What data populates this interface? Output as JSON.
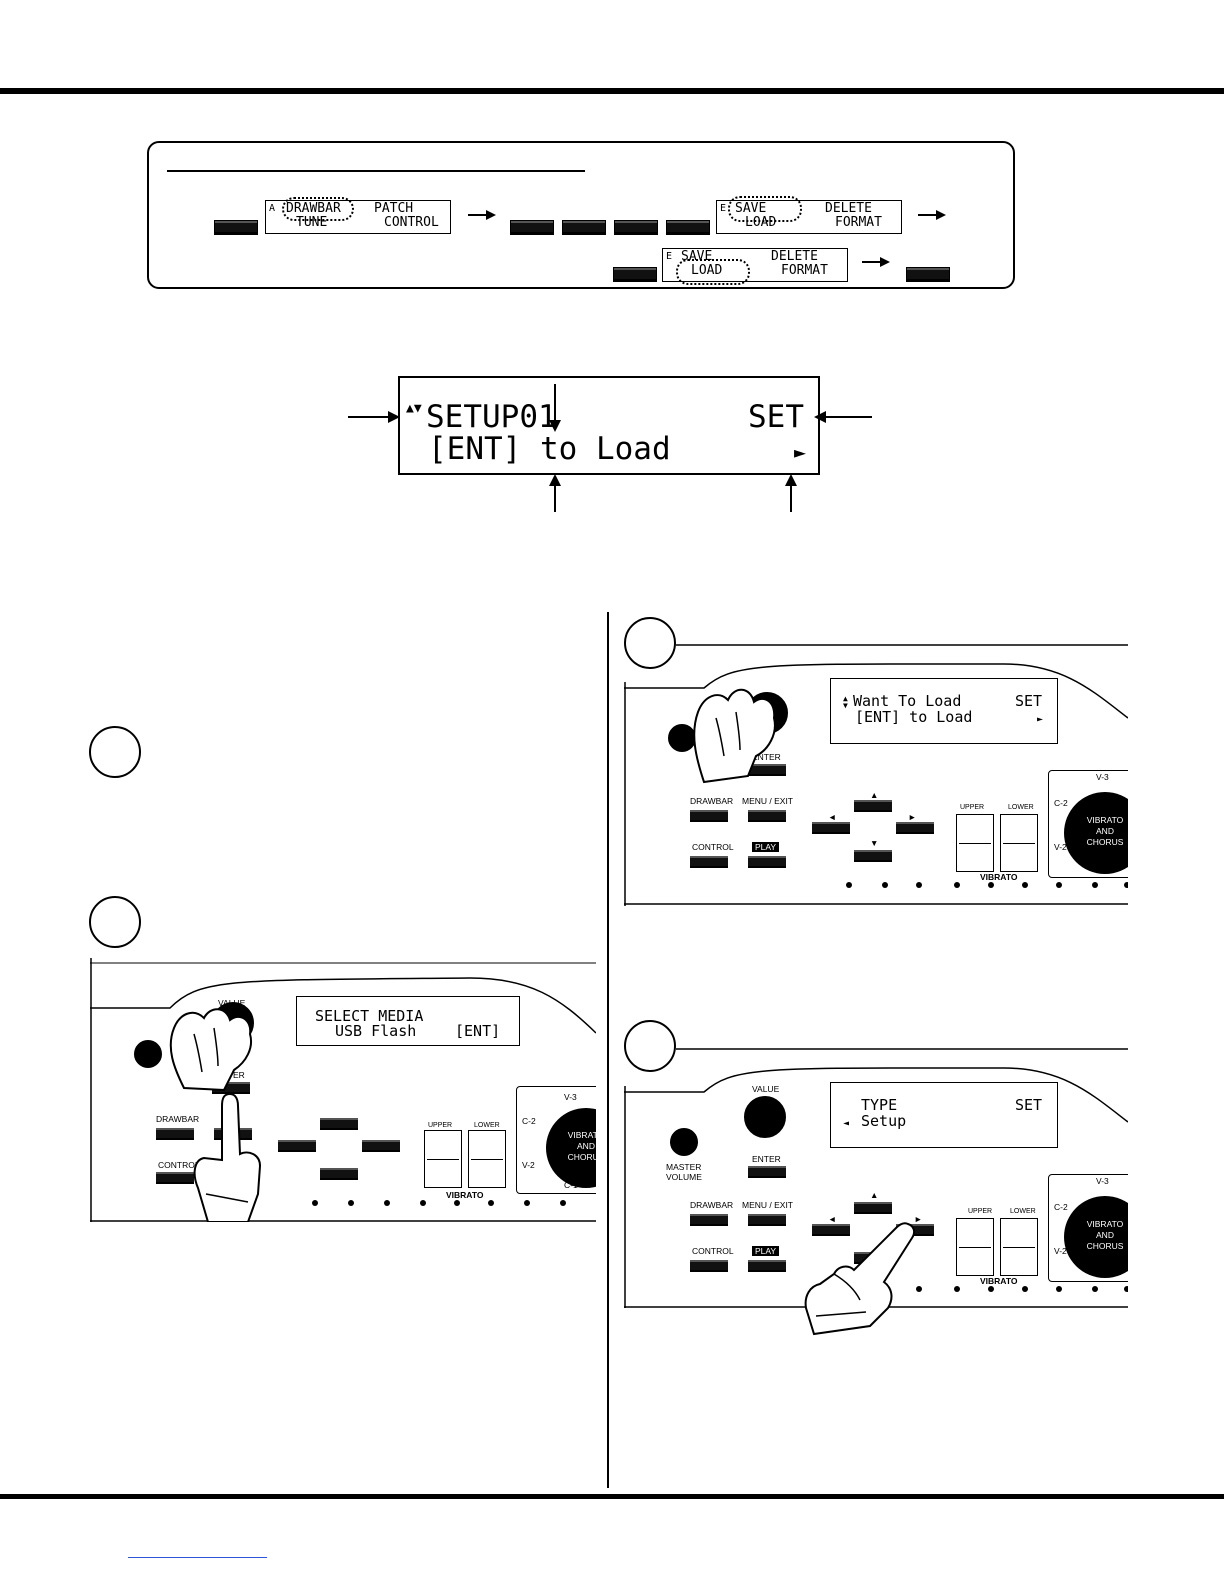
{
  "flow": {
    "lcd_a": {
      "letter": "A",
      "row1_left": "DRAWBAR",
      "row1_right": "PATCH",
      "row2_left": "TUNE",
      "row2_right": "CONTROL"
    },
    "lcd_e1": {
      "letter": "E",
      "row1_left": "SAVE",
      "row1_right": "DELETE",
      "row2_left": "LOAD",
      "row2_right": "FORMAT"
    },
    "lcd_e2": {
      "letter": "E",
      "row1_left": "SAVE",
      "row1_right": "DELETE",
      "row2_left": "LOAD",
      "row2_right": "FORMAT"
    }
  },
  "display": {
    "row1_icon": "▲▼",
    "row1_name": "SETUP01",
    "row1_right": "SET",
    "row2_text": "[ENT] to Load",
    "row2_right": "►"
  },
  "panel_labels": {
    "value": "VALUE",
    "enter": "ENTER",
    "drawbar": "DRAWBAR",
    "menu_exit": "MENU / EXIT",
    "control": "CONTROL",
    "play": "PLAY",
    "master_volume_1": "MASTER",
    "master_volume_2": "VOLUME",
    "upper": "UPPER",
    "lower": "LOWER",
    "vibrato": "VIBRATO",
    "vc1": "VIBRATO",
    "vc2": "AND",
    "vc3": "CHORUS",
    "v3": "V-3",
    "c2": "C-2",
    "v2": "V-2",
    "c1": "C-1"
  },
  "panel_left": {
    "lcd_row1": "SELECT MEDIA",
    "lcd_row2_left": "USB Flash",
    "lcd_row2_right": "[ENT]"
  },
  "panel_right_top": {
    "lcd_row1_icon": "▲▼",
    "lcd_row1_left": "Want To Load",
    "lcd_row1_right": "SET",
    "lcd_row2_left": "[ENT] to Load",
    "lcd_row2_right": "►"
  },
  "panel_right_bottom": {
    "lcd_row1_left": "TYPE",
    "lcd_row1_right": "SET",
    "lcd_row2_icon": "◄",
    "lcd_row2_left": "Setup"
  },
  "icons": [
    "pointing-hand-icon",
    "arrow-right-icon",
    "arrow-down-icon",
    "arrow-up-icon",
    "arrow-left-icon"
  ]
}
